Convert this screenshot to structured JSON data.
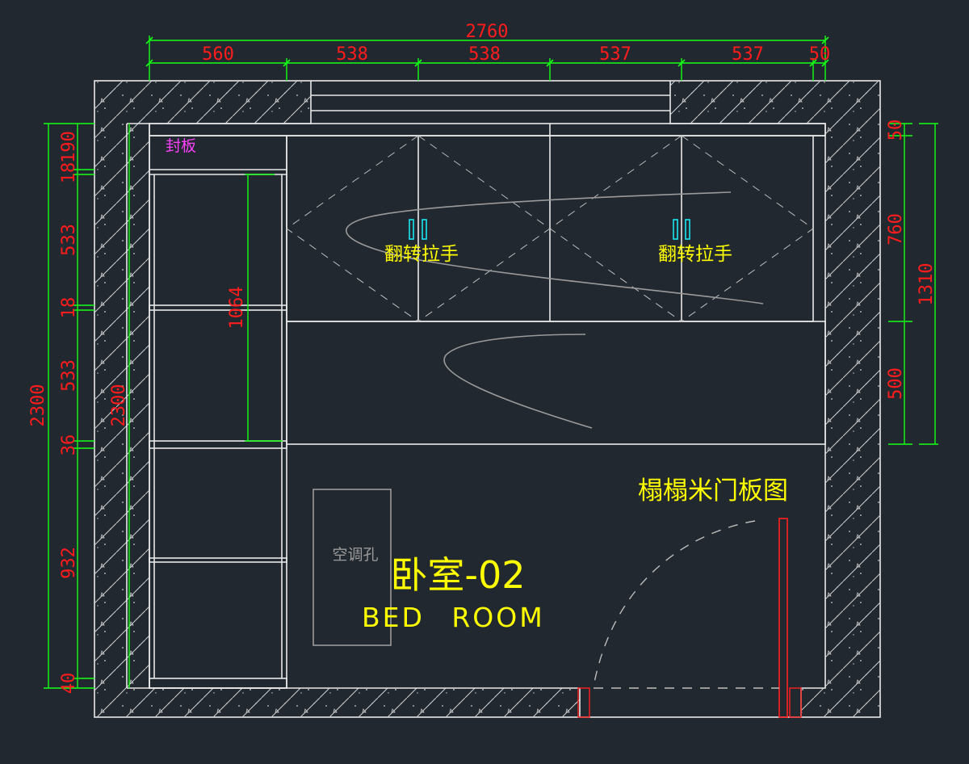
{
  "colors": {
    "background": "#212830",
    "line": "#e8e8e8",
    "dimension_line": "#15ff15",
    "dimension_text": "#ff1c1c",
    "annotation": "#ffff00",
    "magenta": "#ff40ff",
    "cyan": "#19e6f0",
    "grey": "#9a9a9a",
    "door_red": "#ff2020"
  },
  "dimensions": {
    "total_width": "2760",
    "top_segments": [
      "560",
      "538",
      "538",
      "537",
      "537",
      "50"
    ],
    "left_outer_total": "2300",
    "left_inner_total": "2300",
    "left_segments": [
      "190",
      "18",
      "533",
      "18",
      "533",
      "36",
      "932",
      "40"
    ],
    "shelf_height": "1064",
    "right_segments": [
      "50",
      "760",
      "500"
    ],
    "right_total": "1310"
  },
  "labels": {
    "cover_board": "封板",
    "flip_handle_left": "翻转拉手",
    "flip_handle_right": "翻转拉手",
    "tatami_title": "榻榻米门板图",
    "ac_hole": "空调孔",
    "room_name": "卧室-02",
    "room_english_1": "BED",
    "room_english_2": "ROOM"
  }
}
